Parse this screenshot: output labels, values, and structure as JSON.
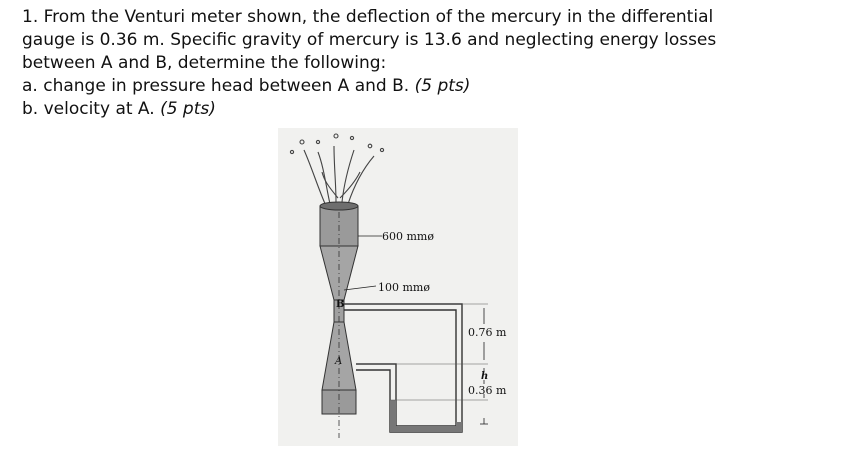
{
  "problem": {
    "line1": "1. From the Venturi meter shown, the deflection of the mercury in the differential",
    "line2": "gauge is 0.36 m. Specific gravity of mercury is 13.6 and neglecting energy losses",
    "line3": "between A and B, determine the following:",
    "part_a": {
      "text": "a. change in pressure head between A and B.",
      "points": "(5 pts)"
    },
    "part_b": {
      "text": "b. velocity at A.",
      "points": "(5 pts)"
    }
  },
  "figure": {
    "label_top_diameter": "600 mmø",
    "label_throat_diameter": "100 mmø",
    "label_b": "B",
    "label_a": "A",
    "label_upper_height": "0.76 m",
    "label_h": "h",
    "label_deflection": "0.36 m"
  }
}
